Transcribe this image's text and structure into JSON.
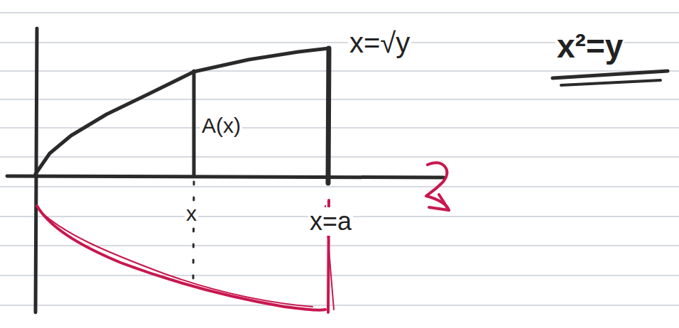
{
  "diagram": {
    "labels": [
      "x=√y",
      "A(x)",
      "x",
      "x=a",
      "x²=y"
    ]
  }
}
